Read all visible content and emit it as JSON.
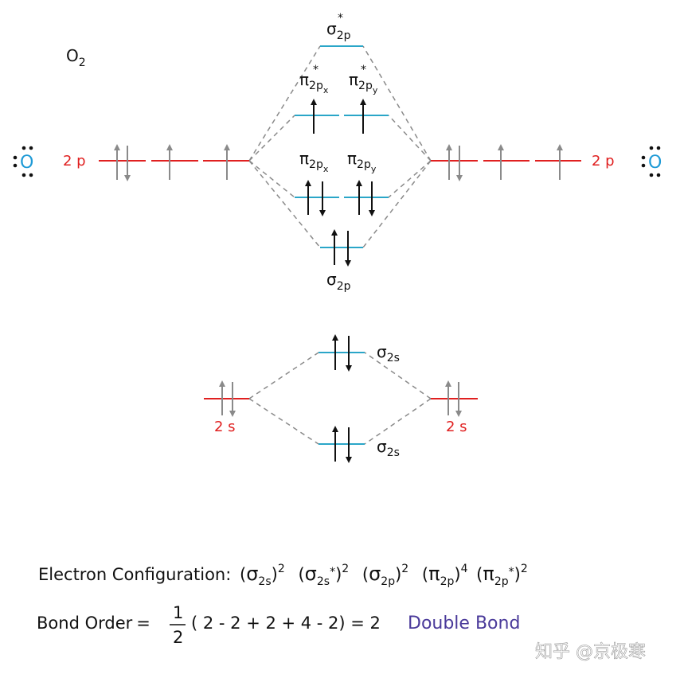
{
  "molecule": {
    "base": "O",
    "sub": "2"
  },
  "atoms": {
    "left": "O",
    "right": "O"
  },
  "atomic_labels": {
    "p_left": "2 p",
    "p_right": "2 p",
    "s_left": "2 s",
    "s_right": "2 s"
  },
  "mo_labels": {
    "sigma_2p_star": {
      "base": "σ",
      "sub": "2p",
      "sup": "*"
    },
    "pi_2px_star": {
      "base": "π",
      "sub": "2p",
      "subsub": "x",
      "sup": "*"
    },
    "pi_2py_star": {
      "base": "π",
      "sub": "2p",
      "subsub": "y",
      "sup": "*"
    },
    "pi_2px": {
      "base": "π",
      "sub": "2p",
      "subsub": "x"
    },
    "pi_2py": {
      "base": "π",
      "sub": "2p",
      "subsub": "y"
    },
    "sigma_2p": {
      "base": "σ",
      "sub": "2p"
    },
    "sigma_2s_upper": {
      "base": "σ",
      "sub": "2s"
    },
    "sigma_2s_lower": {
      "base": "σ",
      "sub": "2s"
    }
  },
  "electron_configuration": {
    "label": "Electron Configuration:",
    "terms": [
      {
        "base": "σ",
        "sub": "2s",
        "star": "",
        "exp": "2"
      },
      {
        "base": "σ",
        "sub": "2s",
        "star": "*",
        "exp": "2"
      },
      {
        "base": "σ",
        "sub": "2p",
        "star": "",
        "exp": "2"
      },
      {
        "base": "π",
        "sub": "2p",
        "star": "",
        "exp": "4"
      },
      {
        "base": "π",
        "sub": "2p",
        "star": "*",
        "exp": "2"
      }
    ]
  },
  "bond_order": {
    "label": "Bond Order",
    "equals": "=",
    "numerator": "1",
    "denominator": "2",
    "expression": "( 2 - 2 + 2 + 4 - 2)  = 2",
    "result_text": "Double Bond"
  },
  "watermark": "知乎 @京极寒",
  "colors": {
    "atomic_level": "#e02020",
    "molecular_level": "#2aa6c8",
    "label_red": "#e02020",
    "result": "#4a3a9a",
    "dashed": "#8a8a8a",
    "lone_pair_atom": "#1e9ad6"
  }
}
